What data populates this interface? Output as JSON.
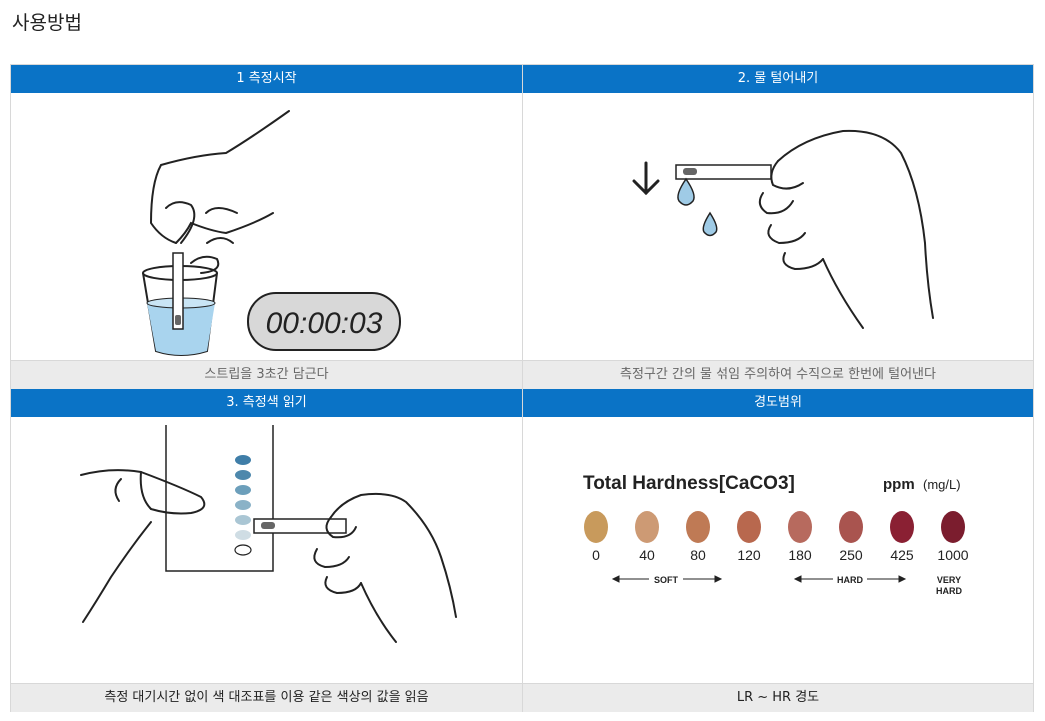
{
  "page": {
    "title": "사용방법"
  },
  "steps": [
    {
      "header": "1 측정시작",
      "caption": "스트립을 3초간 담근다",
      "timer": "00:00:03"
    },
    {
      "header": "2. 물 털어내기",
      "caption": "측정구간 간의 물 섞임 주의하여 수직으로 한번에 털어낸다"
    },
    {
      "header": "3. 측정색 읽기",
      "caption": "측정 대기시간 없이 색 대조표를 이용 같은 색상의 값을 읽음"
    },
    {
      "header": "경도범위",
      "caption": "LR ~ HR 경도"
    }
  ],
  "hardness": {
    "title": "Total Hardness[CaCO3]",
    "unit_main": "ppm",
    "unit_sub": "(mg/L)",
    "values": [
      "0",
      "40",
      "80",
      "120",
      "180",
      "250",
      "425",
      "1000"
    ],
    "colors": [
      "#c89a5c",
      "#cd9a74",
      "#bf7a55",
      "#b8684e",
      "#b76a5e",
      "#a9544f",
      "#8a2033",
      "#7b1d2e"
    ],
    "soft_label": "SOFT",
    "hard_label": "HARD",
    "very_hard_label_1": "VERY",
    "very_hard_label_2": "HARD"
  }
}
